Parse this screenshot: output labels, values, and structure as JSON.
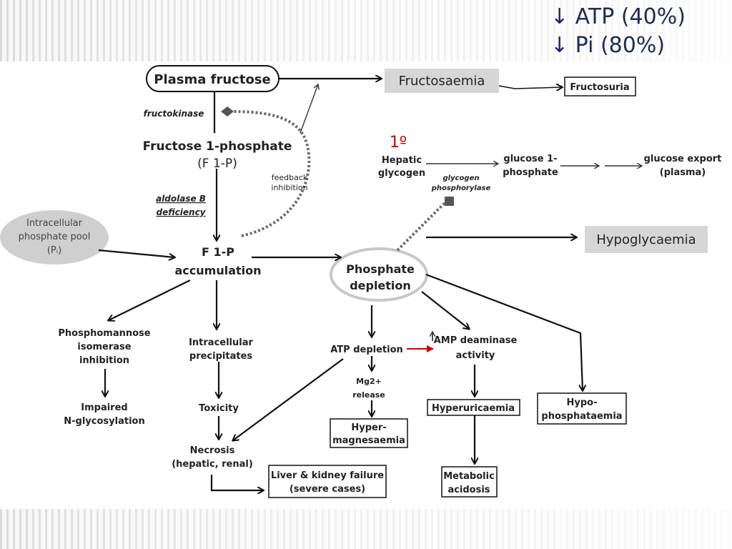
{
  "header": {
    "line1": "↓ ATP (40%)",
    "line2": "↓ Pi (80%)"
  },
  "colors": {
    "header_text": "#1f2a5c",
    "annotation_red": "#d40000",
    "grey_box": "#d6d6d6",
    "pool_ellipse": "#cfcfcf"
  },
  "diagram": {
    "plasma_fructose": "Plasma fructose",
    "fructosaemia": "Fructosaemia",
    "fructosuria": "Fructosuria",
    "fructokinase": "fructokinase",
    "f1p_line1": "Fructose 1-phosphate",
    "f1p_line2": "(F 1-P)",
    "feedback_line1": "feedback",
    "feedback_line2": "inhibition",
    "aldolase_line1": "aldolase B",
    "aldolase_line2": "deficiency",
    "pool_line1": "Intracellular",
    "pool_line2": "phosphate pool",
    "pool_line3": "(Pᵢ)",
    "accum_line1": "F 1-P",
    "accum_line2": "accumulation",
    "primary_mark": "1º",
    "hepatic_line1": "Hepatic",
    "hepatic_line2": "glycogen",
    "g1p_line1": "glucose 1-",
    "g1p_line2": "phosphate",
    "export_line1": "glucose export",
    "export_line2": "(plasma)",
    "phosphorylase_line1": "glycogen",
    "phosphorylase_line2": "phosphorylase",
    "hypoglycaemia": "Hypoglycaemia",
    "depletion_line1": "Phosphate",
    "depletion_line2": "depletion",
    "pmi_line1": "Phosphomannose",
    "pmi_line2": "isomerase",
    "pmi_line3": "inhibition",
    "glyco_line1": "Impaired",
    "glyco_line2": "N-glycosylation",
    "precip_line1": "Intracellular",
    "precip_line2": "precipitates",
    "toxicity": "Toxicity",
    "necrosis_line1": "Necrosis",
    "necrosis_line2": "(hepatic, renal)",
    "failure_line1": "Liver & kidney failure",
    "failure_line2": "(severe cases)",
    "atp_depletion": "ATP depletion",
    "mg_line1": "Mg2+",
    "mg_line2": "release",
    "hypermg_line1": "Hyper-",
    "hypermg_line2": "magnesaemia",
    "amp_line1": "AMP deaminase",
    "amp_line2": "activity",
    "hyperuric": "Hyperuricaemia",
    "acidosis_line1": "Metabolic",
    "acidosis_line2": "acidosis",
    "hypophos_line1": "Hypo-",
    "hypophos_line2": "phosphataemia"
  }
}
